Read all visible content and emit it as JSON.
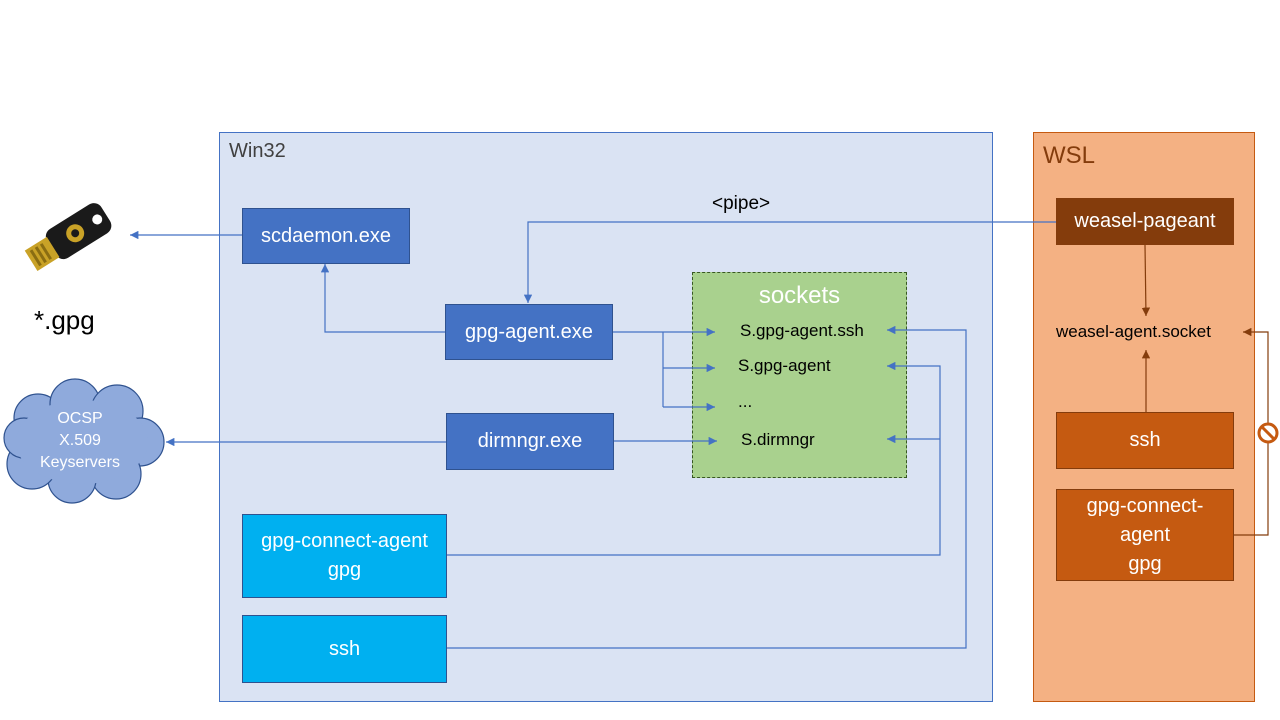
{
  "win32": {
    "title": "Win32",
    "scdaemon": "scdaemon.exe",
    "gpg_agent": "gpg-agent.exe",
    "dirmngr": "dirmngr.exe",
    "gpg_connect_agent": "gpg-connect-agent",
    "gpg": "gpg",
    "ssh": "ssh"
  },
  "sockets": {
    "title": "sockets",
    "items": [
      "S.gpg-agent.ssh",
      "S.gpg-agent",
      "...",
      "S.dirmngr"
    ]
  },
  "pipe_label": "<pipe>",
  "wsl": {
    "title": "WSL",
    "weasel_pageant": "weasel-pageant",
    "weasel_socket": "weasel-agent.socket",
    "ssh": "ssh",
    "gpg_connect_agent_1": "gpg-connect-",
    "gpg_connect_agent_2": "agent",
    "gpg": "gpg"
  },
  "external": {
    "key_label": "*.gpg",
    "cloud_lines": [
      "OCSP",
      "X.509",
      "Keyservers"
    ]
  },
  "colors": {
    "win32_bg": "#dae3f3",
    "wsl_bg": "#f4b183",
    "blue_box": "#4472c4",
    "cyan_box": "#00b0f0",
    "sockets_bg": "#a9d18e",
    "wsl_dark": "#843c0c",
    "wsl_orange": "#c55a11",
    "cloud": "#8faadc"
  },
  "icons": [
    "usb-security-key-icon",
    "cloud-icon",
    "blocked-icon"
  ]
}
